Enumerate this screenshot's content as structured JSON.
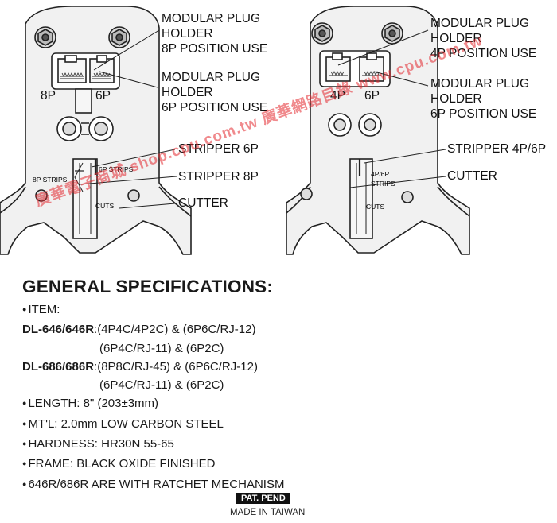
{
  "left_diagram": {
    "holder_8p_label": "8P",
    "holder_6p_label": "6P",
    "callout_holder_8p": [
      "MODULAR PLUG",
      "HOLDER",
      "8P POSITION USE"
    ],
    "callout_holder_6p": [
      "MODULAR PLUG",
      "HOLDER",
      "6P POSITION USE"
    ],
    "callout_stripper_6p": "STRIPPER 6P",
    "callout_stripper_8p": "STRIPPER 8P",
    "callout_cutter": "CUTTER",
    "label_8p_strips": "8P STRIPS",
    "label_6p_strips": "6P STRIPS",
    "label_cuts": "CUTS"
  },
  "right_diagram": {
    "holder_4p_label": "4P",
    "holder_6p_label": "6P",
    "callout_holder_4p": [
      "MODULAR PLUG",
      "HOLDER",
      "4P POSITION USE"
    ],
    "callout_holder_6p": [
      "MODULAR PLUG",
      "HOLDER",
      "6P POSITION USE"
    ],
    "callout_stripper": "STRIPPER 4P/6P",
    "callout_cutter": "CUTTER",
    "label_strips_line1": "4P/6P",
    "label_strips_line2": "STRIPS",
    "label_cuts": "CUTS"
  },
  "specs": {
    "heading": "GENERAL SPECIFICATIONS:",
    "item_label": "ITEM:",
    "model_1": "DL-646/646R",
    "model_1_line1": ":(4P4C/4P2C) & (6P6C/RJ-12)",
    "model_1_line2": "(6P4C/RJ-11) & (6P2C)",
    "model_2": "DL-686/686R",
    "model_2_line1": ":(8P8C/RJ-45) & (6P6C/RJ-12)",
    "model_2_line2": "(6P4C/RJ-11) & (6P2C)",
    "length": "LENGTH: 8\" (203±3mm)",
    "material": "MT'L: 2.0mm LOW CARBON STEEL",
    "hardness": "HARDNESS: HR30N 55-65",
    "frame": "FRAME: BLACK OXIDE FINISHED",
    "ratchet": "646R/686R ARE WITH RATCHET MECHANISM"
  },
  "footer": {
    "patent_badge": "PAT. PEND",
    "made_in": "MADE IN TAIWAN"
  },
  "watermark": {
    "text": "廣華電子商城 shop.cpu.com.tw 廣華網路目錄 www.cpu.com.tw",
    "color": "#e4292f"
  }
}
